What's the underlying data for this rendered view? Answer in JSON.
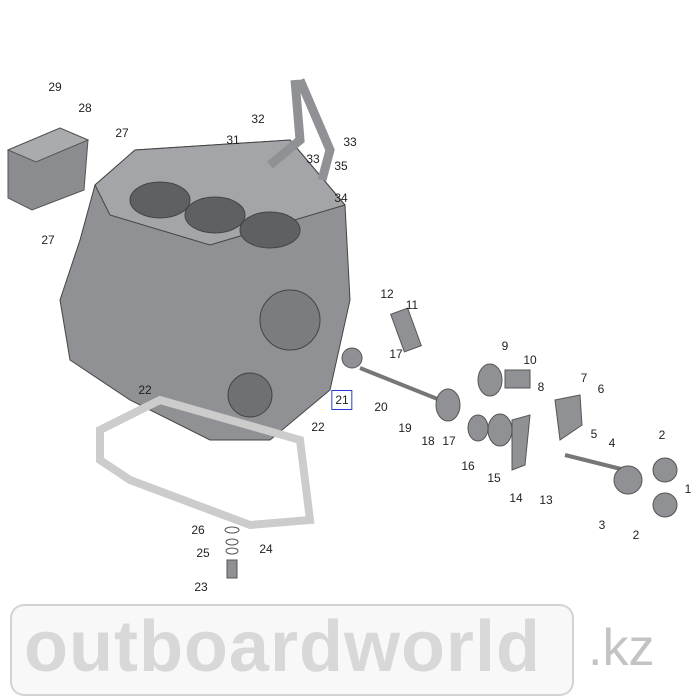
{
  "diagram": {
    "watermark": {
      "brand": "outboardworld",
      "domain": ".kz"
    },
    "labels": [
      "29",
      "28",
      "27",
      "27",
      "32",
      "31",
      "33",
      "33",
      "35",
      "34",
      "12",
      "11",
      "17",
      "9",
      "10",
      "21",
      "22",
      "20",
      "8",
      "7",
      "6",
      "19",
      "18",
      "17",
      "22",
      "5",
      "4",
      "2",
      "16",
      "15",
      "14",
      "13",
      "1",
      "3",
      "2",
      "26",
      "25",
      "24",
      "23"
    ],
    "highlighted_label": "21"
  }
}
